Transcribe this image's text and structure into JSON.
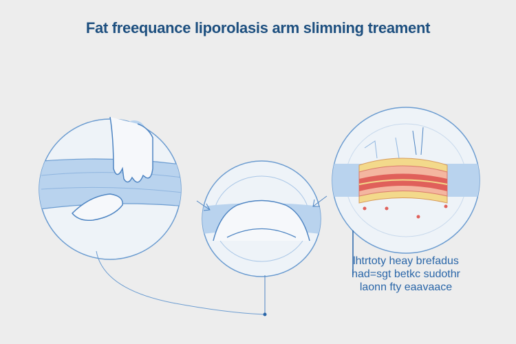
{
  "title": "Fat freequance liporolasis arm slimning treament",
  "caption": {
    "lines": [
      "lhtrtoty heay brefadus",
      "had=sgt betkc sudothr",
      "laonn fty eaavaace"
    ]
  },
  "colors": {
    "title": "#1d4f7f",
    "line": "#5b8fc9",
    "band": "#b9d3ee",
    "fat_yellow": "#f3d98b",
    "tissue_red": "#e0605a"
  }
}
